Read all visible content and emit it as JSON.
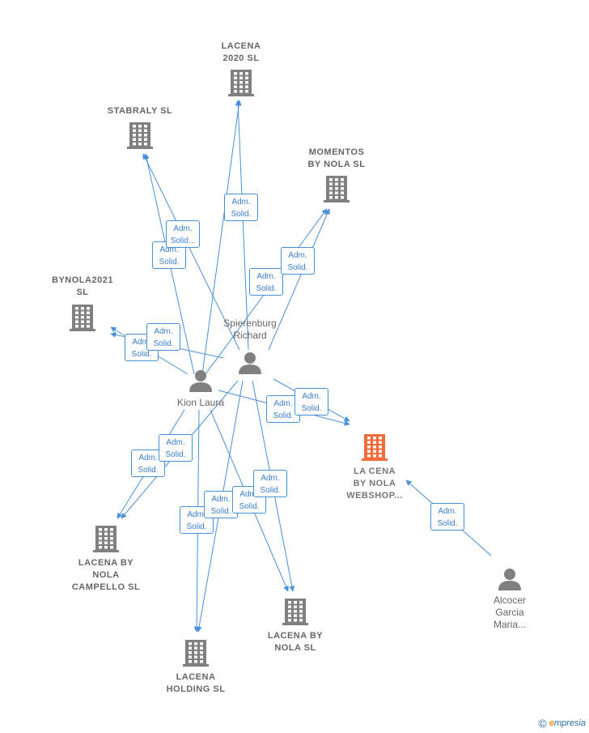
{
  "colors": {
    "edge": "#4a90d9",
    "company": "#808080",
    "focus": "#f26b3a",
    "person": "#808080"
  },
  "nodes": [
    {
      "id": "lacena2020",
      "kind": "company",
      "label": "LACENA\n2020  SL",
      "icon": "building-icon"
    },
    {
      "id": "stabraly",
      "kind": "company",
      "label": "STABRALY  SL",
      "icon": "building-icon"
    },
    {
      "id": "momentos",
      "kind": "company",
      "label": "MOMENTOS\nBY NOLA  SL",
      "icon": "building-icon"
    },
    {
      "id": "bynola2021",
      "kind": "company",
      "label": "BYNOLA2021\nSL",
      "icon": "building-icon"
    },
    {
      "id": "lacenawebshop",
      "kind": "focus",
      "label": "LA CENA\nBY NOLA\nWEBSHOP...",
      "icon": "building-icon"
    },
    {
      "id": "campello",
      "kind": "company",
      "label": "LACENA BY\nNOLA\nCAMPELLO  SL",
      "icon": "building-icon"
    },
    {
      "id": "holding",
      "kind": "company",
      "label": "LACENA\nHOLDING  SL",
      "icon": "building-icon"
    },
    {
      "id": "lacenabynola",
      "kind": "company",
      "label": "LACENA BY\nNOLA  SL",
      "icon": "building-icon"
    },
    {
      "id": "spierenburg",
      "kind": "person",
      "label": "Spierenburg\nRichard",
      "icon": "person-icon"
    },
    {
      "id": "kion",
      "kind": "person",
      "label": "Kion Laura",
      "icon": "person-icon"
    },
    {
      "id": "alcocer",
      "kind": "person",
      "label": "Alcocer\nGarcia\nMaria...",
      "icon": "person-icon"
    }
  ],
  "edges": [
    {
      "from": "kion",
      "to": "lacena2020",
      "label": [
        "Adm.",
        "Solid."
      ]
    },
    {
      "from": "spierenburg",
      "to": "lacena2020",
      "label": [
        "Adm.",
        "Solid."
      ]
    },
    {
      "from": "kion",
      "to": "stabraly",
      "label": [
        "Adm.",
        "Solid."
      ]
    },
    {
      "from": "spierenburg",
      "to": "stabraly",
      "label": [
        "Adm.",
        "Solid..."
      ]
    },
    {
      "from": "kion",
      "to": "momentos",
      "label": [
        "Adm.",
        "Solid."
      ]
    },
    {
      "from": "spierenburg",
      "to": "momentos",
      "label": [
        "Adm.",
        "Solid."
      ]
    },
    {
      "from": "kion",
      "to": "bynola2021",
      "label": [
        "Adm.",
        "Solid."
      ]
    },
    {
      "from": "spierenburg",
      "to": "bynola2021",
      "label": [
        "Adm.",
        "Solid."
      ]
    },
    {
      "from": "kion",
      "to": "lacenawebshop",
      "label": [
        "Adm.",
        "Solid."
      ]
    },
    {
      "from": "spierenburg",
      "to": "lacenawebshop",
      "label": [
        "Adm.",
        "Solid."
      ]
    },
    {
      "from": "alcocer",
      "to": "lacenawebshop",
      "label": [
        "Adm.",
        "Solid."
      ]
    },
    {
      "from": "kion",
      "to": "campello",
      "label": [
        "Adm.",
        "Solid."
      ]
    },
    {
      "from": "spierenburg",
      "to": "campello",
      "label": [
        "Adm.",
        "Solid."
      ]
    },
    {
      "from": "kion",
      "to": "holding",
      "label": [
        "Adm.",
        "Solid."
      ]
    },
    {
      "from": "spierenburg",
      "to": "holding",
      "label": [
        "Adm.",
        "Solid."
      ]
    },
    {
      "from": "kion",
      "to": "lacenabynola",
      "label": [
        "Adm.",
        "Solid."
      ]
    },
    {
      "from": "spierenburg",
      "to": "lacenabynola",
      "label": [
        "Adm.",
        "Solid."
      ]
    }
  ],
  "footer": {
    "copyright": "©",
    "brand_initial": "e",
    "brand_rest": "mpresia"
  }
}
